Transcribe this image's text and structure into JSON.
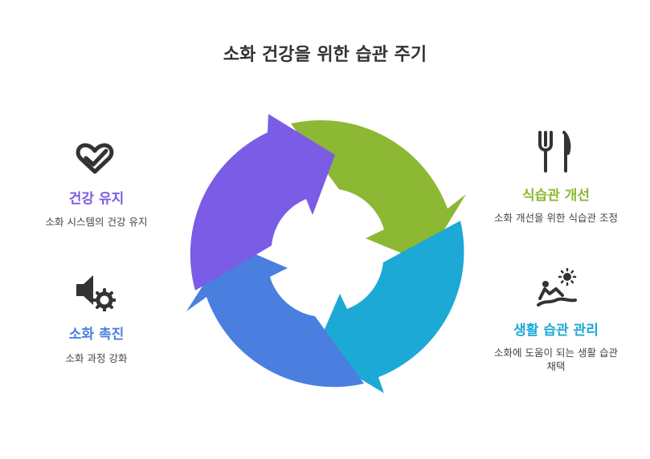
{
  "title": "소화 건강을 위한 습관 주기",
  "colors": {
    "green": "#8DB833",
    "blue": "#1CA9D6",
    "indigo": "#4A7FE0",
    "purple": "#7B5CE6",
    "icon": "#333333"
  },
  "items": [
    {
      "heading": "건강 유지",
      "desc": "소화 시스템의 건강 유지",
      "icon": "heart-check-icon",
      "color": "#7B5CE6"
    },
    {
      "heading": "식습관 개선",
      "desc": "소화 개선을 위한 식습관 조정",
      "icon": "fork-knife-icon",
      "color": "#8DB833"
    },
    {
      "heading": "소화 촉진",
      "desc": "소화 과정 강화",
      "icon": "speaker-gear-icon",
      "color": "#4A7FE0"
    },
    {
      "heading": "생활 습관 관리",
      "desc": "소화에 도움이 되는 생활 습관 채택",
      "icon": "person-sun-icon",
      "color": "#1CA9D6"
    }
  ]
}
